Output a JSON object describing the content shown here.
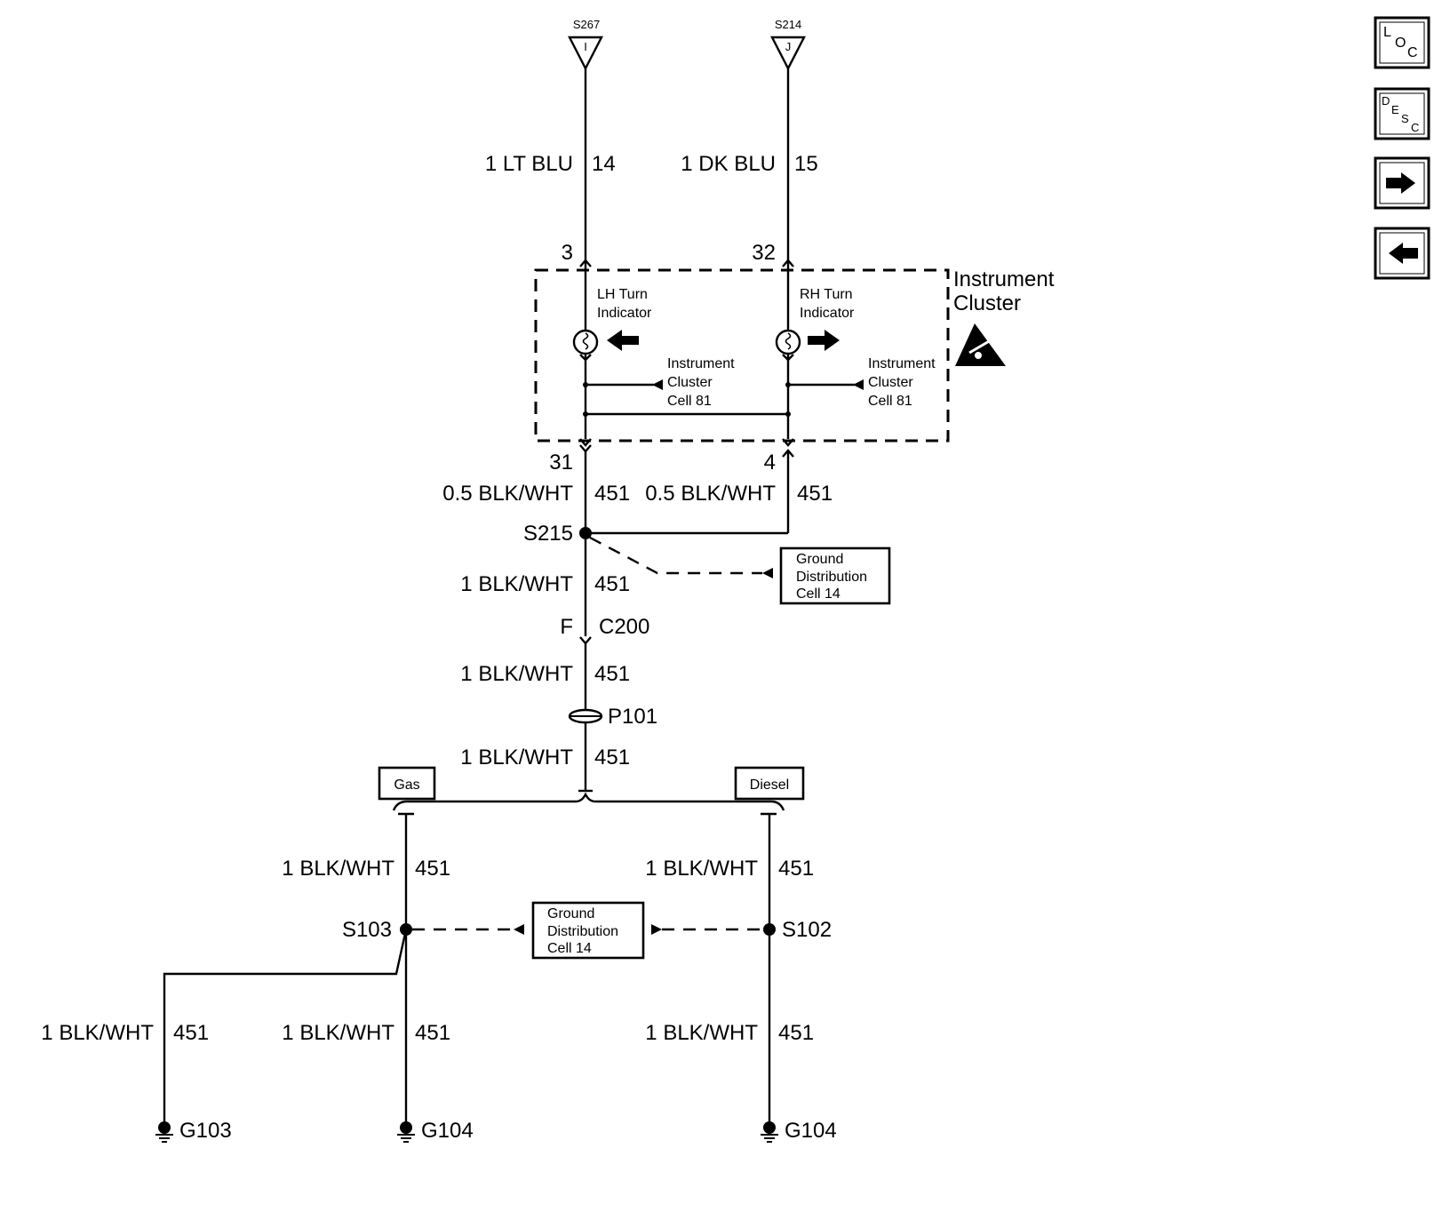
{
  "top_connectors": [
    {
      "id": "S267",
      "pin": "I"
    },
    {
      "id": "S214",
      "pin": "J"
    }
  ],
  "wires": {
    "lt_blu": {
      "gauge_color": "1 LT BLU",
      "circuit": "14"
    },
    "dk_blu": {
      "gauge_color": "1 DK BLU",
      "circuit": "15"
    },
    "blk_wht_05_left": {
      "gauge_color": "0.5 BLK/WHT",
      "circuit": "451"
    },
    "blk_wht_05_right": {
      "gauge_color": "0.5 BLK/WHT",
      "circuit": "451"
    },
    "blk_wht_a": {
      "gauge_color": "1 BLK/WHT",
      "circuit": "451"
    },
    "blk_wht_b": {
      "gauge_color": "1 BLK/WHT",
      "circuit": "451"
    },
    "blk_wht_c": {
      "gauge_color": "1 BLK/WHT",
      "circuit": "451"
    },
    "gas_upper": {
      "gauge_color": "1 BLK/WHT",
      "circuit": "451"
    },
    "diesel_upper": {
      "gauge_color": "1 BLK/WHT",
      "circuit": "451"
    },
    "g103_wire": {
      "gauge_color": "1 BLK/WHT",
      "circuit": "451"
    },
    "gas_lower": {
      "gauge_color": "1 BLK/WHT",
      "circuit": "451"
    },
    "diesel_lower": {
      "gauge_color": "1 BLK/WHT",
      "circuit": "451"
    }
  },
  "pins": {
    "lh_in": "3",
    "rh_in": "32",
    "lh_out": "31",
    "rh_out": "4"
  },
  "cluster": {
    "name_line1": "Instrument",
    "name_line2": "Cluster",
    "lh_label_line1": "LH Turn",
    "lh_label_line2": "Indicator",
    "rh_label_line1": "RH Turn",
    "rh_label_line2": "Indicator",
    "ref_line1": "Instrument",
    "ref_line2": "Cluster",
    "ref_line3": "Cell 81"
  },
  "splices": {
    "s215": "S215",
    "s103": "S103",
    "s102": "S102"
  },
  "connector_c200": {
    "pin": "F",
    "id": "C200"
  },
  "pass_through": "P101",
  "ground_ref": {
    "line1": "Ground",
    "line2": "Distribution",
    "line3": "Cell 14"
  },
  "options": {
    "gas": "Gas",
    "diesel": "Diesel"
  },
  "grounds": {
    "g103": "G103",
    "g104_gas": "G104",
    "g104_diesel": "G104"
  },
  "nav": {
    "loc": {
      "a": "L",
      "b": "O",
      "c": "C"
    },
    "desc": {
      "a": "D",
      "b": "E",
      "c": "S",
      "d": "C"
    },
    "next_icon": "arrow-right",
    "prev_icon": "arrow-left"
  }
}
